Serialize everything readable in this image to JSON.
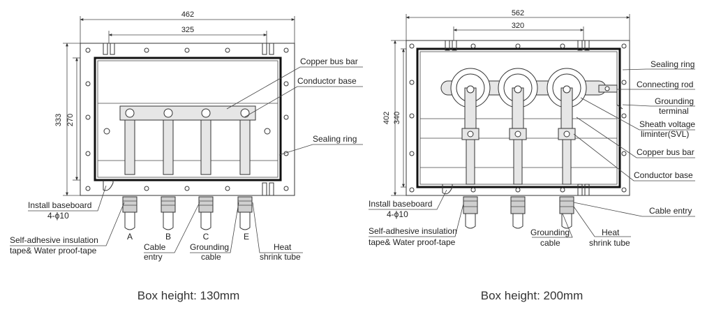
{
  "left": {
    "dims": {
      "width_outer": "462",
      "width_inner": "325",
      "height_outer": "333",
      "height_inner": "270"
    },
    "labels": {
      "copper_bus_bar": "Copper bus bar",
      "conductor_base": "Conductor base",
      "sealing_ring": "Sealing ring",
      "install_baseboard": "Install baseboard",
      "holes": "4-ϕ10",
      "insulation_line1": "Self-adhesive insulation",
      "insulation_line2": "tape& Water proof-tape",
      "cable_line1": "Cable",
      "cable_line2": "entry",
      "grounding_line1": "Grounding",
      "grounding_line2": "cable",
      "heat_line1": "Heat",
      "heat_line2": "shrink tube"
    },
    "phases": [
      "A",
      "B",
      "C",
      "E"
    ],
    "caption": "Box height: 130mm"
  },
  "right": {
    "dims": {
      "width_outer": "562",
      "width_inner": "320",
      "height_outer": "402",
      "height_inner": "340"
    },
    "labels": {
      "sealing_ring": "Sealing ring",
      "connecting_rod": "Connecting rod",
      "grounding_terminal_line1": "Grounding",
      "grounding_terminal_line2": "terminal",
      "svl_line1": "Sheath voltage",
      "svl_line2": "liminter(SVL)",
      "copper_bus_bar": "Copper bus bar",
      "conductor_base": "Conductor base",
      "cable_entry": "Cable entry",
      "install_baseboard": "Install baseboard",
      "holes": "4-ϕ10",
      "insulation_line1": "Self-adhesive insulation",
      "insulation_line2": "tape& Water proof-tape",
      "grounding_cable_line1": "Grounding",
      "grounding_cable_line2": "cable",
      "heat_line1": "Heat",
      "heat_line2": "shrink tube"
    },
    "caption": "Box height: 200mm"
  }
}
